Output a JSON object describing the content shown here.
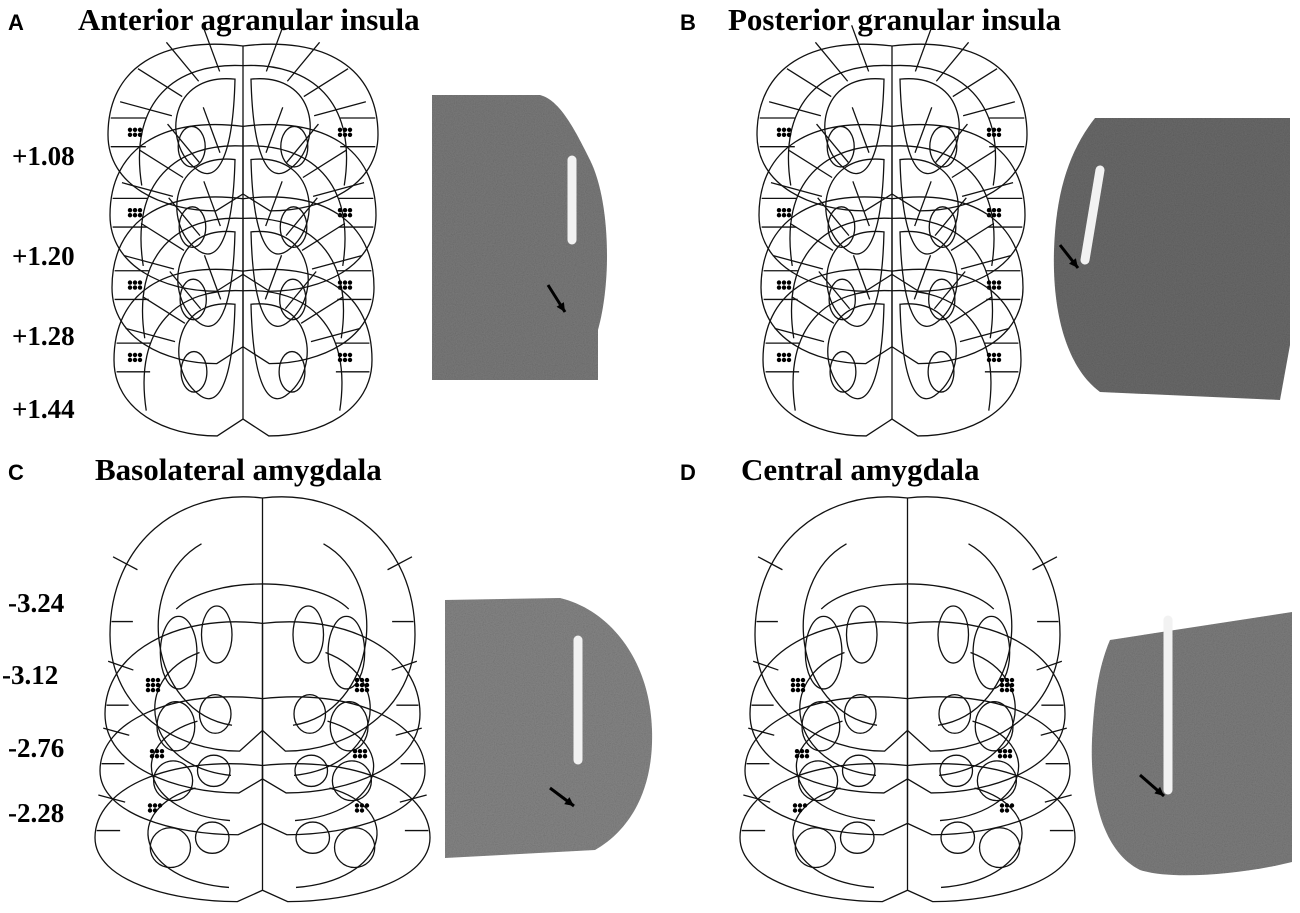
{
  "panels": [
    {
      "id": "A",
      "letter": "A",
      "title": "Anterior agranular insula",
      "coordinates": [
        "+1.08",
        "+1.20",
        "+1.28",
        "+1.44"
      ],
      "atlas_style": "insula",
      "photo_arrow": true
    },
    {
      "id": "B",
      "letter": "B",
      "title": "Posterior granular insula",
      "coordinates": [],
      "atlas_style": "insula",
      "photo_arrow": true
    },
    {
      "id": "C",
      "letter": "C",
      "title": "Basolateral amygdala",
      "coordinates": [
        "-3.24",
        "-3.12",
        "-2.76",
        "-2.28"
      ],
      "atlas_style": "amygdala",
      "photo_arrow": true
    },
    {
      "id": "D",
      "letter": "D",
      "title": "Central amygdala",
      "coordinates": [],
      "atlas_style": "amygdala",
      "photo_arrow": true
    }
  ],
  "colors": {
    "ink": "#111111",
    "section_dark": "#3a3a3a",
    "section_mid": "#6e6e6e",
    "section_light": "#bdbdbd",
    "background": "#ffffff"
  }
}
